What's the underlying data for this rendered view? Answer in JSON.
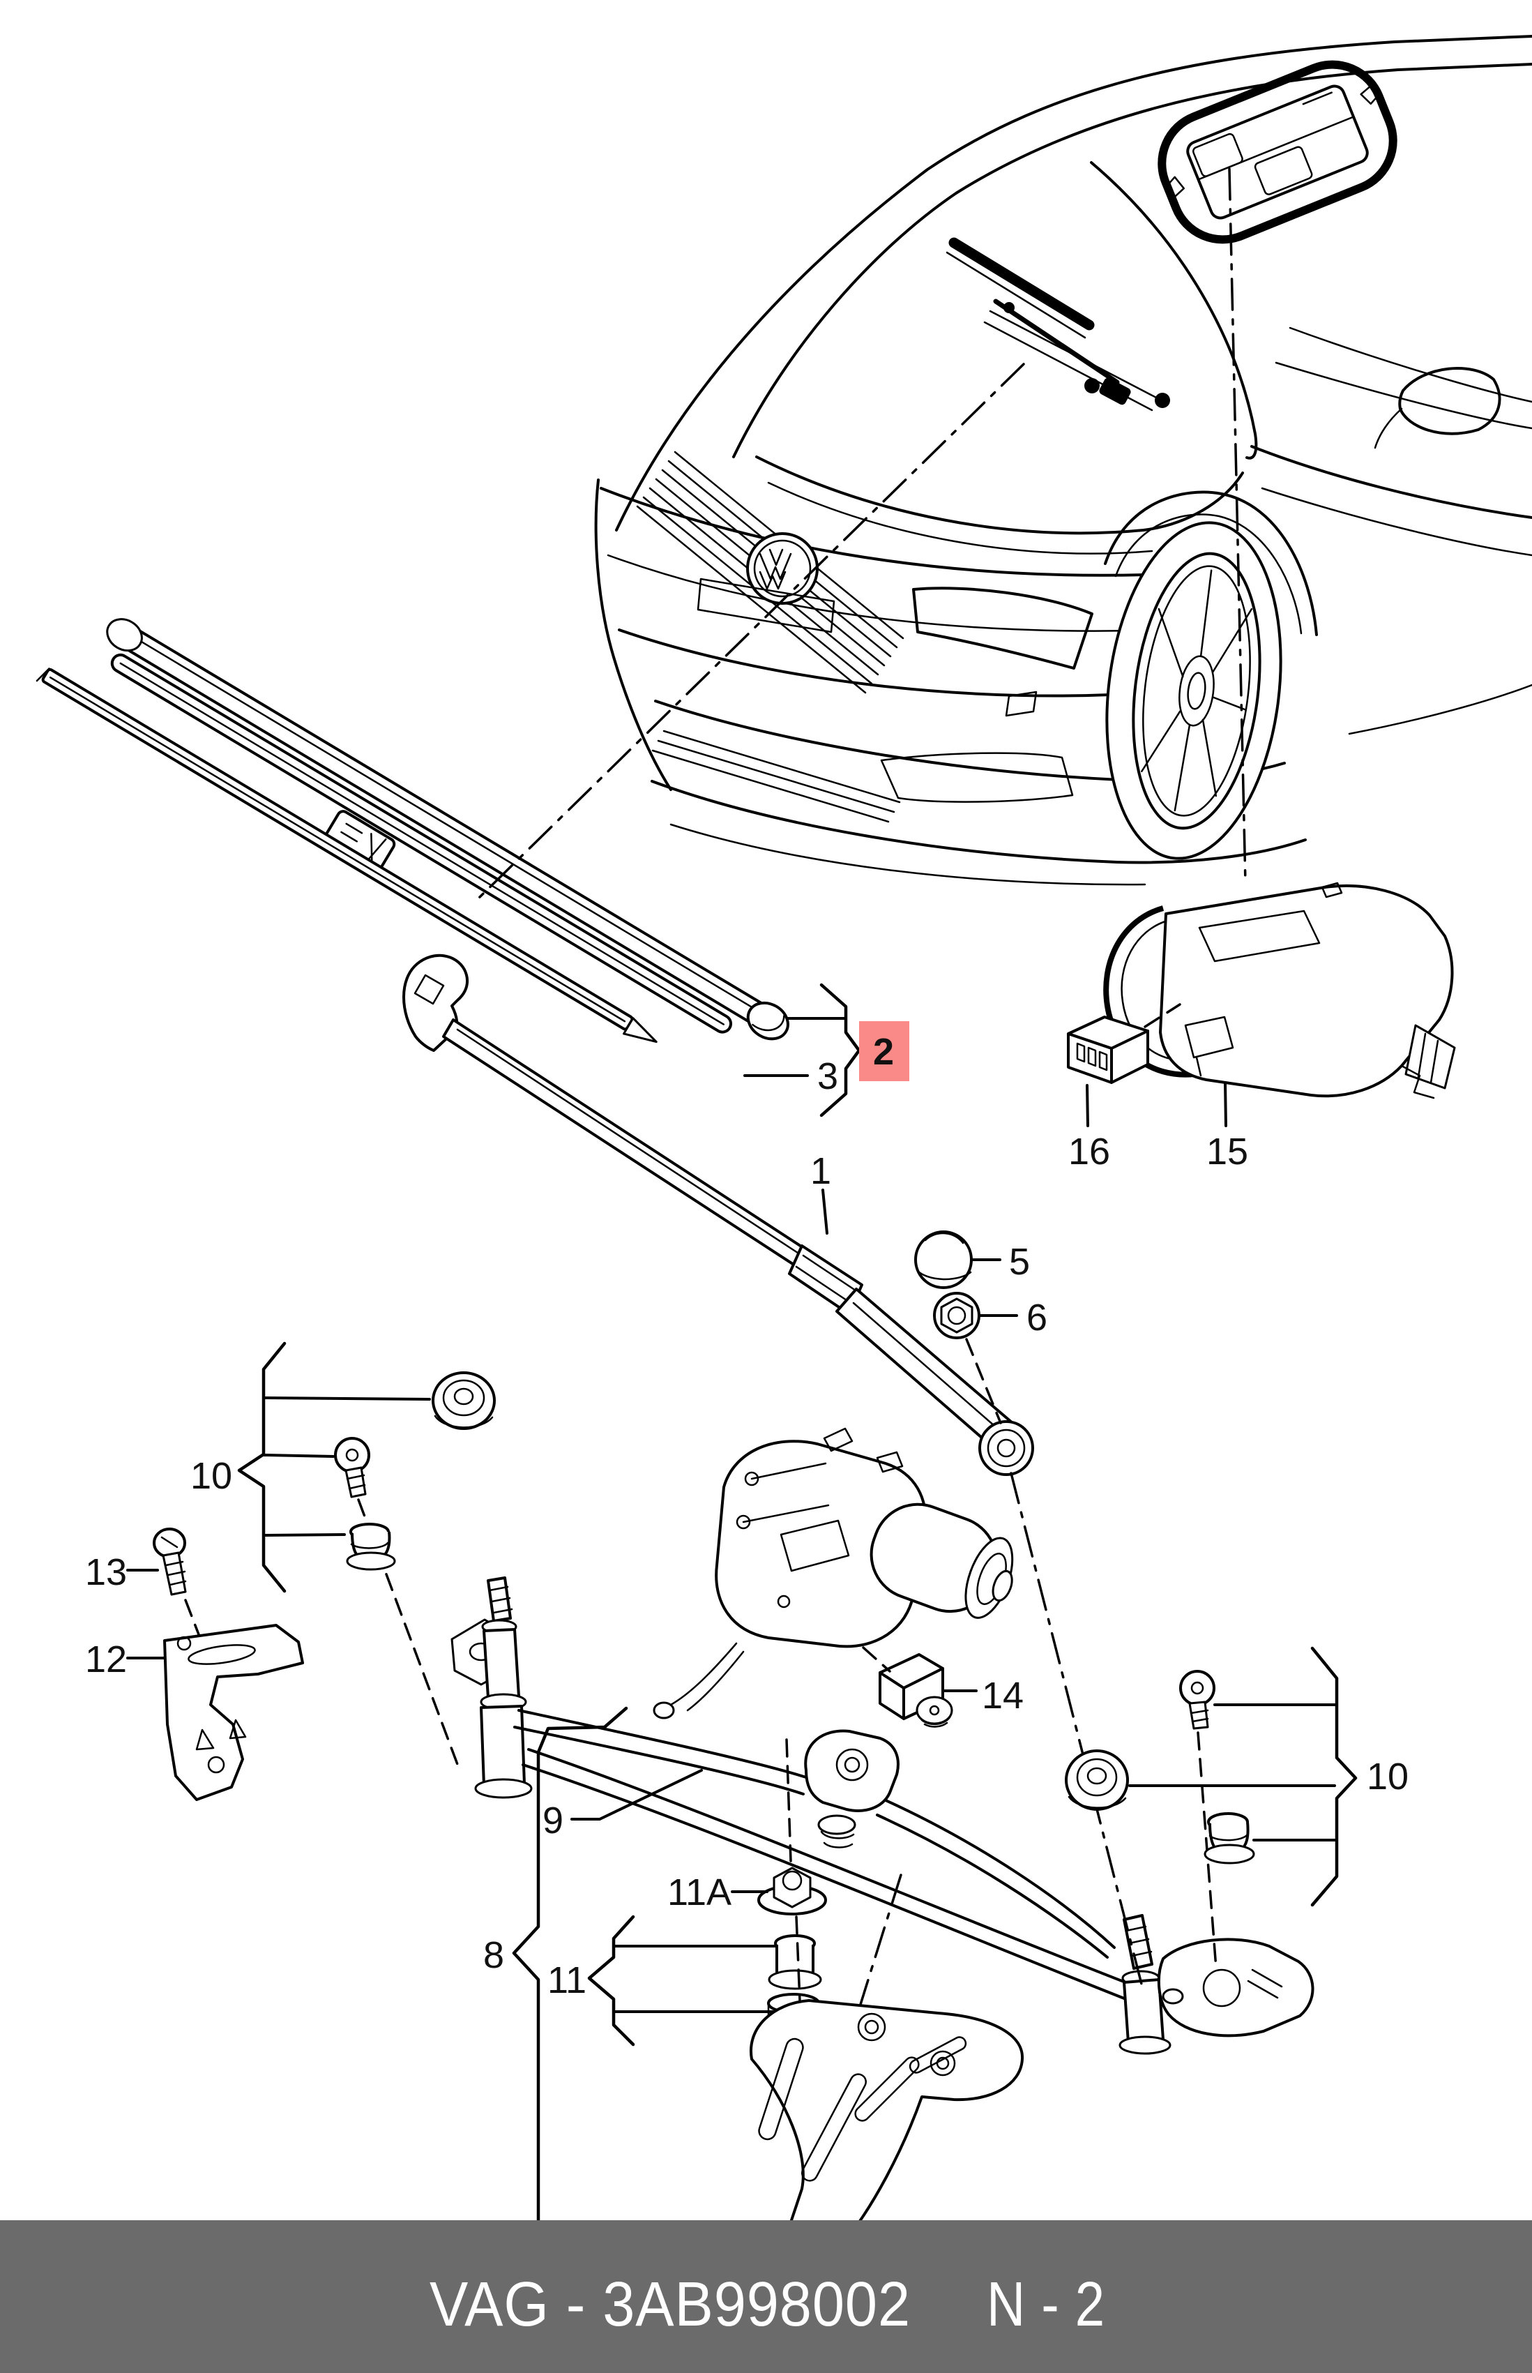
{
  "diagram": {
    "type": "parts-exploded-diagram",
    "subject": "front windshield wiper system with wiper motor, linkage, blades and rain sensor",
    "colors": {
      "highlight_bg": "#fa8a87",
      "highlight_digit": "#7a1216",
      "line": "#000000",
      "footer_bg": "#6b6b6b",
      "footer_text": "#ffffff"
    },
    "highlight": {
      "part": "2"
    },
    "callouts": [
      {
        "text": "1",
        "highlighted": false
      },
      {
        "text": "2",
        "highlighted": true
      },
      {
        "text": "3",
        "highlighted": false
      },
      {
        "text": "5",
        "highlighted": false
      },
      {
        "text": "6",
        "highlighted": false
      },
      {
        "text": "8",
        "highlighted": false
      },
      {
        "text": "9",
        "highlighted": false
      },
      {
        "text": "10",
        "highlighted": false
      },
      {
        "text": "10",
        "highlighted": false
      },
      {
        "text": "11",
        "highlighted": false
      },
      {
        "text": "11A",
        "highlighted": false
      },
      {
        "text": "12",
        "highlighted": false
      },
      {
        "text": "13",
        "highlighted": false
      },
      {
        "text": "14",
        "highlighted": false
      },
      {
        "text": "15",
        "highlighted": false
      },
      {
        "text": "16",
        "highlighted": false
      }
    ],
    "footer": {
      "catalog_code": "VAG - 3AB998002",
      "page_ref": "N - 2"
    }
  }
}
